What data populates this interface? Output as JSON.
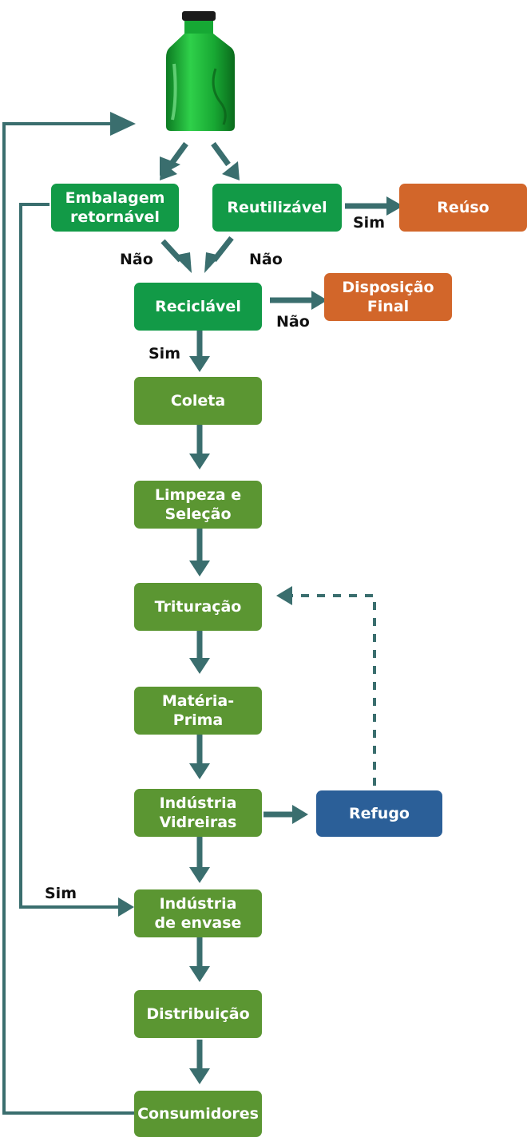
{
  "colors": {
    "arrow": "#3a6e6e",
    "bottle_green": "#1fb33a",
    "node_dark_green": "#129a47",
    "node_light_green": "#5b9632",
    "node_orange": "#d2662a",
    "node_blue": "#2b5f98"
  },
  "nodes": {
    "embalagem": "Embalagem\nretornável",
    "reutilizavel": "Reutilizável",
    "reuso": "Reúso",
    "reciclavel": "Reciclável",
    "disposicao": "Disposição\nFinal",
    "coleta": "Coleta",
    "limpeza": "Limpeza e\nSeleção",
    "trituracao": "Trituração",
    "materia_prima": "Matéria-Prima",
    "industria_vidreiras": "Indústria\nVidreiras",
    "refugo": "Refugo",
    "industria_envase": "Indústria\nde envase",
    "distribuicao": "Distribuição",
    "consumidores": "Consumidores"
  },
  "labels": {
    "sim_reuso": "Sim",
    "nao_embalagem": "Não",
    "nao_reutilizavel": "Não",
    "nao_disposicao": "Não",
    "sim_reciclavel": "Sim",
    "sim_envase": "Sim"
  },
  "icons": {
    "bottle": "green-glass-bottle-icon"
  }
}
